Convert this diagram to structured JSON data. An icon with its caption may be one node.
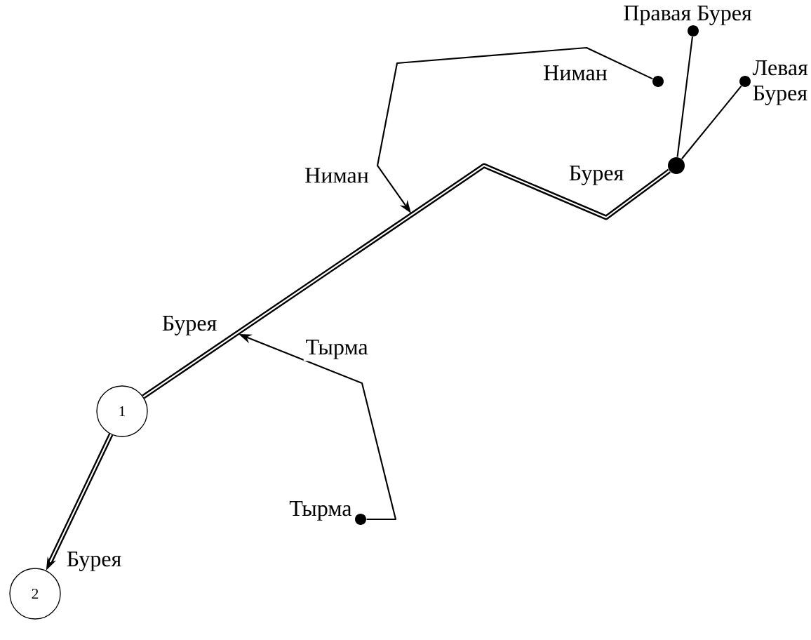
{
  "diagram": {
    "nodes": [
      {
        "text": [],
        "shape": "dot",
        "beside": [
          "Правая Бурея"
        ]
      },
      {
        "text": [],
        "shape": "dot",
        "beside": [
          "Ниман"
        ]
      },
      {
        "text": [],
        "shape": "dot",
        "beside": [
          "Левая Бурея"
        ]
      },
      {
        "text": [],
        "shape": "dot"
      },
      {
        "text": [
          "1"
        ]
      },
      {
        "text": [],
        "shape": "dot",
        "beside": [
          "Тырма"
        ]
      },
      {
        "text": [
          "2"
        ]
      }
    ],
    "edges": [
      {
        "from": 0,
        "to": 3,
        "arrow": "none"
      },
      {
        "from": 2,
        "to": 3,
        "arrow": "none"
      },
      {
        "from": 1,
        "to": null,
        "arrow": "to",
        "label": "Ниман"
      },
      {
        "from": 3,
        "to": 4,
        "arrow": "none",
        "label": "Бурея",
        "style": "thick"
      },
      {
        "from": 5,
        "to": null,
        "arrow": "to",
        "label": "Тырма"
      },
      {
        "from": 4,
        "to": 6,
        "arrow": "to",
        "label": "Бурея",
        "style": "thick"
      }
    ],
    "labels": [
      "Бурея"
    ]
  }
}
